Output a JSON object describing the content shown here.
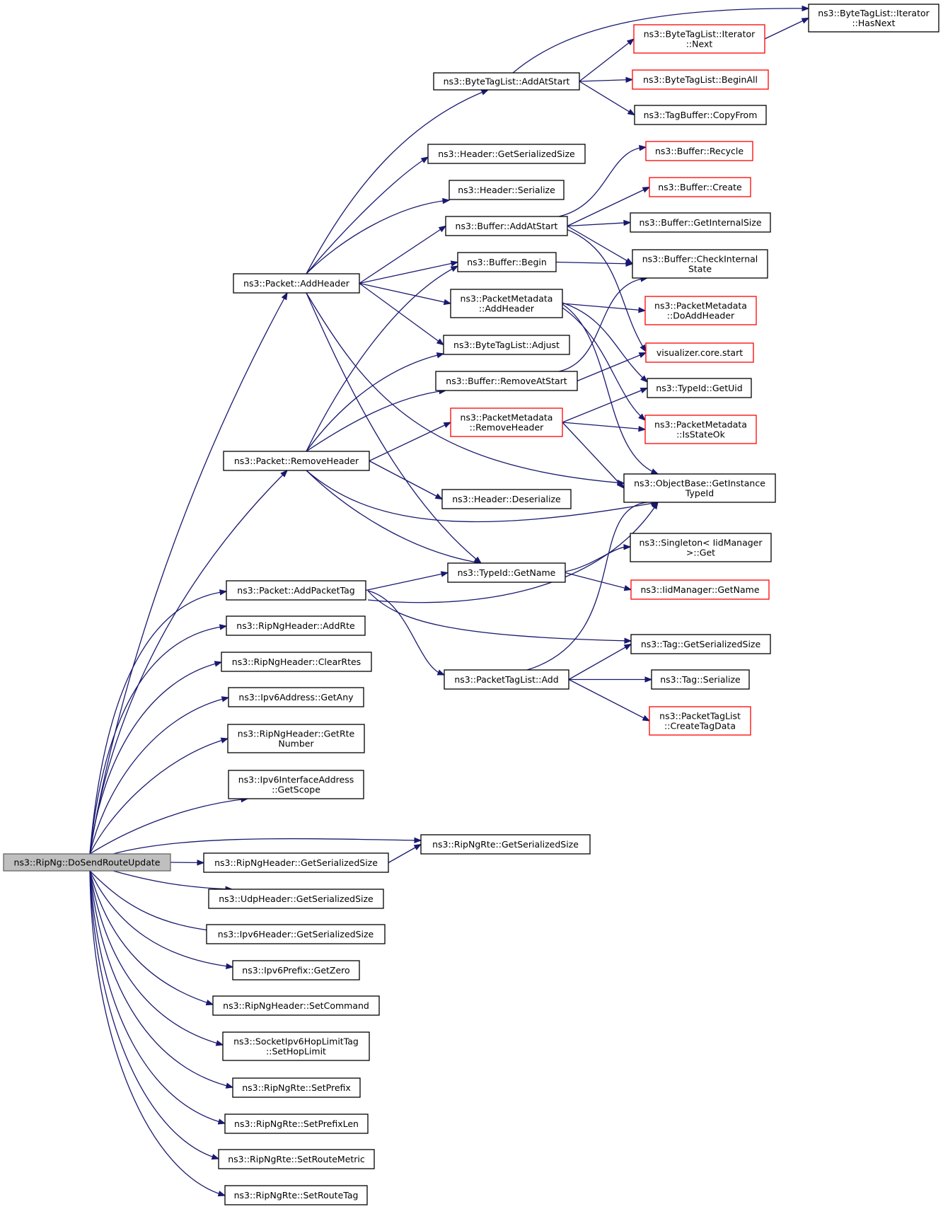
{
  "diagram": {
    "type": "call-graph",
    "colors": {
      "edge": "#191970",
      "node_border": "#000000",
      "truncated_border": "#ff0000",
      "root_fill": "#bfbfbf"
    },
    "nodes": [
      {
        "id": "root",
        "lines": [
          "ns3::RipNg::DoSendRouteUpdate"
        ],
        "style": "root"
      },
      {
        "id": "n1",
        "lines": [
          "ns3::Packet::AddHeader"
        ]
      },
      {
        "id": "n2",
        "lines": [
          "ns3::Packet::RemoveHeader"
        ]
      },
      {
        "id": "n3",
        "lines": [
          "ns3::Packet::AddPacketTag"
        ]
      },
      {
        "id": "n4",
        "lines": [
          "ns3::RipNgHeader::AddRte"
        ]
      },
      {
        "id": "n5",
        "lines": [
          "ns3::RipNgHeader::ClearRtes"
        ]
      },
      {
        "id": "n6",
        "lines": [
          "ns3::Ipv6Address::GetAny"
        ]
      },
      {
        "id": "n7",
        "lines": [
          "ns3::RipNgHeader::GetRte",
          "Number"
        ]
      },
      {
        "id": "n8",
        "lines": [
          "ns3::Ipv6InterfaceAddress",
          "::GetScope"
        ]
      },
      {
        "id": "n9",
        "lines": [
          "ns3::RipNgHeader::GetSerializedSize"
        ]
      },
      {
        "id": "n10",
        "lines": [
          "ns3::UdpHeader::GetSerializedSize"
        ]
      },
      {
        "id": "n11",
        "lines": [
          "ns3::Ipv6Header::GetSerializedSize"
        ]
      },
      {
        "id": "n12",
        "lines": [
          "ns3::Ipv6Prefix::GetZero"
        ]
      },
      {
        "id": "n13",
        "lines": [
          "ns3::RipNgHeader::SetCommand"
        ]
      },
      {
        "id": "n14",
        "lines": [
          "ns3::SocketIpv6HopLimitTag",
          "::SetHopLimit"
        ]
      },
      {
        "id": "n15",
        "lines": [
          "ns3::RipNgRte::SetPrefix"
        ]
      },
      {
        "id": "n16",
        "lines": [
          "ns3::RipNgRte::SetPrefixLen"
        ]
      },
      {
        "id": "n17",
        "lines": [
          "ns3::RipNgRte::SetRouteMetric"
        ]
      },
      {
        "id": "n18",
        "lines": [
          "ns3::RipNgRte::SetRouteTag"
        ]
      },
      {
        "id": "m1",
        "lines": [
          "ns3::ByteTagList::AddAtStart"
        ]
      },
      {
        "id": "m2",
        "lines": [
          "ns3::Header::GetSerializedSize"
        ]
      },
      {
        "id": "m3",
        "lines": [
          "ns3::Header::Serialize"
        ]
      },
      {
        "id": "m4",
        "lines": [
          "ns3::Buffer::AddAtStart"
        ]
      },
      {
        "id": "m5",
        "lines": [
          "ns3::Buffer::Begin"
        ]
      },
      {
        "id": "m6",
        "lines": [
          "ns3::PacketMetadata",
          "::AddHeader"
        ]
      },
      {
        "id": "m7",
        "lines": [
          "ns3::ByteTagList::Adjust"
        ]
      },
      {
        "id": "m8",
        "lines": [
          "ns3::Buffer::RemoveAtStart"
        ]
      },
      {
        "id": "m9",
        "lines": [
          "ns3::PacketMetadata",
          "::RemoveHeader"
        ],
        "style": "truncated"
      },
      {
        "id": "m10",
        "lines": [
          "ns3::Header::Deserialize"
        ]
      },
      {
        "id": "m11",
        "lines": [
          "ns3::TypeId::GetName"
        ]
      },
      {
        "id": "m12",
        "lines": [
          "ns3::PacketTagList::Add"
        ]
      },
      {
        "id": "m13",
        "lines": [
          "ns3::RipNgRte::GetSerializedSize"
        ]
      },
      {
        "id": "r1",
        "lines": [
          "ns3::ByteTagList::Iterator",
          "::HasNext"
        ]
      },
      {
        "id": "r2",
        "lines": [
          "ns3::ByteTagList::Iterator",
          "::Next"
        ],
        "style": "truncated"
      },
      {
        "id": "r3",
        "lines": [
          "ns3::ByteTagList::BeginAll"
        ],
        "style": "truncated"
      },
      {
        "id": "r4",
        "lines": [
          "ns3::TagBuffer::CopyFrom"
        ]
      },
      {
        "id": "r5",
        "lines": [
          "ns3::Buffer::Recycle"
        ],
        "style": "truncated"
      },
      {
        "id": "r6",
        "lines": [
          "ns3::Buffer::Create"
        ],
        "style": "truncated"
      },
      {
        "id": "r7",
        "lines": [
          "ns3::Buffer::GetInternalSize"
        ]
      },
      {
        "id": "r8",
        "lines": [
          "ns3::Buffer::CheckInternal",
          "State"
        ]
      },
      {
        "id": "r9",
        "lines": [
          "ns3::PacketMetadata",
          "::DoAddHeader"
        ],
        "style": "truncated"
      },
      {
        "id": "r10",
        "lines": [
          "visualizer.core.start"
        ],
        "style": "truncated"
      },
      {
        "id": "r11",
        "lines": [
          "ns3::TypeId::GetUid"
        ]
      },
      {
        "id": "r12",
        "lines": [
          "ns3::PacketMetadata",
          "::IsStateOk"
        ],
        "style": "truncated"
      },
      {
        "id": "r13",
        "lines": [
          "ns3::ObjectBase::GetInstance",
          "TypeId"
        ]
      },
      {
        "id": "r14",
        "lines": [
          "ns3::Singleton< IidManager",
          " >::Get"
        ]
      },
      {
        "id": "r15",
        "lines": [
          "ns3::IidManager::GetName"
        ],
        "style": "truncated"
      },
      {
        "id": "r16",
        "lines": [
          "ns3::Tag::GetSerializedSize"
        ]
      },
      {
        "id": "r17",
        "lines": [
          "ns3::Tag::Serialize"
        ]
      },
      {
        "id": "r18",
        "lines": [
          "ns3::PacketTagList",
          "::CreateTagData"
        ],
        "style": "truncated"
      }
    ],
    "edges": [
      [
        "root",
        "n1"
      ],
      [
        "root",
        "n2"
      ],
      [
        "root",
        "n3"
      ],
      [
        "root",
        "n4"
      ],
      [
        "root",
        "n5"
      ],
      [
        "root",
        "n6"
      ],
      [
        "root",
        "n7"
      ],
      [
        "root",
        "n8"
      ],
      [
        "root",
        "m13"
      ],
      [
        "root",
        "n9"
      ],
      [
        "root",
        "n10"
      ],
      [
        "root",
        "n11"
      ],
      [
        "root",
        "n12"
      ],
      [
        "root",
        "n13"
      ],
      [
        "root",
        "n14"
      ],
      [
        "root",
        "n15"
      ],
      [
        "root",
        "n16"
      ],
      [
        "root",
        "n17"
      ],
      [
        "root",
        "n18"
      ],
      [
        "n9",
        "m13"
      ],
      [
        "n1",
        "m1"
      ],
      [
        "n1",
        "m2"
      ],
      [
        "n1",
        "m3"
      ],
      [
        "n1",
        "m4"
      ],
      [
        "n1",
        "m5"
      ],
      [
        "n1",
        "m6"
      ],
      [
        "n1",
        "m7"
      ],
      [
        "n1",
        "r13"
      ],
      [
        "n1",
        "m11"
      ],
      [
        "n2",
        "m5"
      ],
      [
        "n2",
        "m7"
      ],
      [
        "n2",
        "m8"
      ],
      [
        "n2",
        "m9"
      ],
      [
        "n2",
        "m10"
      ],
      [
        "n2",
        "r13"
      ],
      [
        "n2",
        "m11"
      ],
      [
        "n3",
        "m11"
      ],
      [
        "n3",
        "r13"
      ],
      [
        "n3",
        "m12"
      ],
      [
        "n3",
        "r16"
      ],
      [
        "m1",
        "r1"
      ],
      [
        "m1",
        "r2"
      ],
      [
        "m1",
        "r3"
      ],
      [
        "m1",
        "r4"
      ],
      [
        "r2",
        "r1"
      ],
      [
        "m4",
        "r5"
      ],
      [
        "m4",
        "r6"
      ],
      [
        "m4",
        "r7"
      ],
      [
        "m4",
        "r8"
      ],
      [
        "m4",
        "r10"
      ],
      [
        "m5",
        "r8"
      ],
      [
        "m6",
        "r9"
      ],
      [
        "m6",
        "r11"
      ],
      [
        "m6",
        "r12"
      ],
      [
        "m6",
        "r13"
      ],
      [
        "m8",
        "r8"
      ],
      [
        "m8",
        "r10"
      ],
      [
        "m9",
        "r11"
      ],
      [
        "m9",
        "r12"
      ],
      [
        "m9",
        "r13"
      ],
      [
        "m11",
        "r14"
      ],
      [
        "m11",
        "r15"
      ],
      [
        "m12",
        "r13"
      ],
      [
        "m12",
        "r16"
      ],
      [
        "m12",
        "r17"
      ],
      [
        "m12",
        "r18"
      ]
    ]
  }
}
